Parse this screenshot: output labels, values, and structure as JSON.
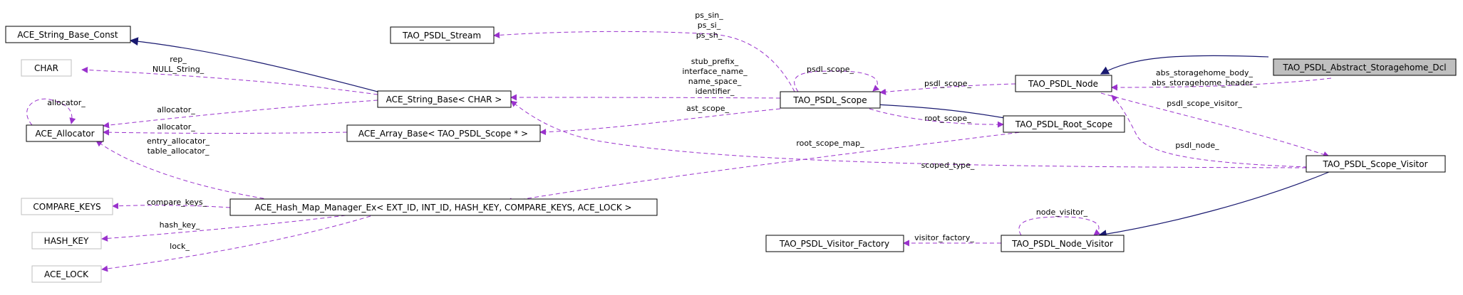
{
  "nodes": {
    "ace_string_base_const": "ACE_String_Base_Const",
    "char": "CHAR",
    "ace_allocator": "ACE_Allocator",
    "compare_keys": "COMPARE_KEYS",
    "hash_key": "HASH_KEY",
    "ace_lock": "ACE_LOCK",
    "tao_psdl_stream": "TAO_PSDL_Stream",
    "ace_string_base_char": "ACE_String_Base< CHAR >",
    "ace_array_base": "ACE_Array_Base< TAO_PSDL_Scope * >",
    "ace_hash_map_manager": "ACE_Hash_Map_Manager_Ex< EXT_ID, INT_ID, HASH_KEY, COMPARE_KEYS, ACE_LOCK >",
    "tao_psdl_scope": "TAO_PSDL_Scope",
    "tao_psdl_root_scope": "TAO_PSDL_Root_Scope",
    "tao_psdl_node": "TAO_PSDL_Node",
    "tao_psdl_abstract_storagehome_dcl": "TAO_PSDL_Abstract_Storagehome_Dcl",
    "tao_psdl_scope_visitor": "TAO_PSDL_Scope_Visitor",
    "tao_psdl_visitor_factory": "TAO_PSDL_Visitor_Factory",
    "tao_psdl_node_visitor": "TAO_PSDL_Node_Visitor"
  },
  "edge_labels": {
    "rep_null": [
      "rep_",
      "NULL_String_"
    ],
    "allocator_self": "allocator_",
    "allocator_string": "allocator_",
    "allocator_array": "allocator_",
    "entry_table_allocator": [
      "entry_allocator_",
      "table_allocator_"
    ],
    "compare_keys": "compare_keys_",
    "hash_key": "hash_key_",
    "lock": "lock_",
    "ps_streams": [
      "ps_sin_",
      "ps_si_",
      "ps_sh_"
    ],
    "scope_strings": [
      "stub_prefix_",
      "interface_name_",
      "name_space_",
      "identifier_"
    ],
    "ast_scope": "ast_scope_",
    "psdl_scope_self": "psdl_scope_",
    "psdl_scope_node": "psdl_scope_",
    "root_scope": "root_scope_",
    "root_scope_map": "root_scope_map_",
    "abs_storagehome": [
      "abs_storagehome_body_",
      "abs_storagehome_header_"
    ],
    "psdl_scope_visitor": "psdl_scope_visitor_",
    "psdl_node": "psdl_node_",
    "scoped_type": "scoped_type_",
    "node_visitor": "node_visitor_",
    "visitor_factory": "visitor_factory_"
  },
  "colors": {
    "inheritance": "#191970",
    "usage": "#9a32cd",
    "focus_fill": "#bfbfbf",
    "external_border": "#bfbfbf"
  }
}
